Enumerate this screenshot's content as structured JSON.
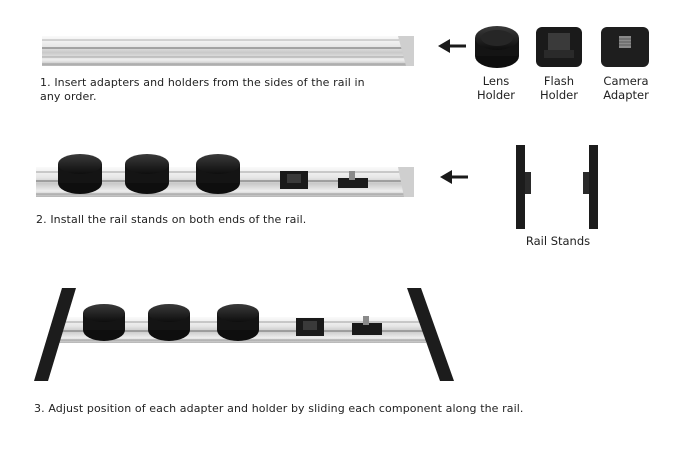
{
  "steps": [
    {
      "number": "1.",
      "text": "Insert adapters and holders from the sides of the rail in any order."
    },
    {
      "number": "2.",
      "text": "Install the rail stands on both ends of the rail."
    },
    {
      "number": "3.",
      "text": "Adjust position of each adapter and holder by sliding each component along the rail."
    }
  ],
  "parts": {
    "lens_holder": "Lens Holder",
    "flash_holder": "Flash Holder",
    "camera_adapter": "Camera Adapter",
    "rail_stands": "Rail Stands"
  },
  "colors": {
    "rail_light": "#f4f4f4",
    "rail_mid": "#d6d6d6",
    "rail_dark": "#9a9a9a",
    "component_black": "#1c1c1c"
  },
  "icons": [
    "arrow-left-icon",
    "arrow-left-icon"
  ]
}
